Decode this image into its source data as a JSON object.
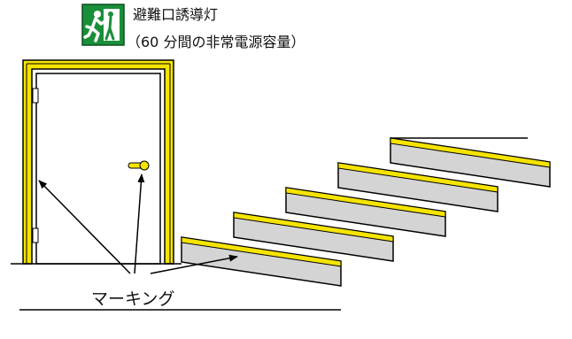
{
  "sign": {
    "line1": "避難口誘導灯",
    "line2": "（60 分間の非常電源容量）",
    "icon": "emergency-exit-icon",
    "color": "#1a8f3a"
  },
  "callout": {
    "label": "マーキング"
  },
  "colors": {
    "marking": "#f5e400",
    "step_face": "#d4d4d4",
    "stroke": "#000000"
  },
  "stairs": {
    "step_count": 5
  }
}
